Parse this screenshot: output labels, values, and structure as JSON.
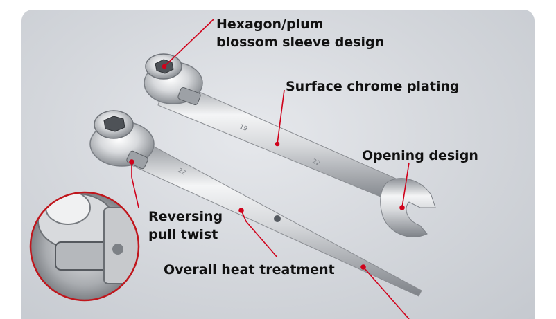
{
  "labels": {
    "hexagon_line1": "Hexagon/plum",
    "hexagon_line2": "blossom sleeve design",
    "surface": "Surface chrome plating",
    "opening": "Opening design",
    "reversing_line1": "Reversing",
    "reversing_line2": "pull twist",
    "heat": "Overall heat treatment"
  },
  "colors": {
    "background": "#d3d6db",
    "callout_line": "#d0021b",
    "chrome": "#c9ccd0",
    "inset_border": "#c0161c"
  }
}
